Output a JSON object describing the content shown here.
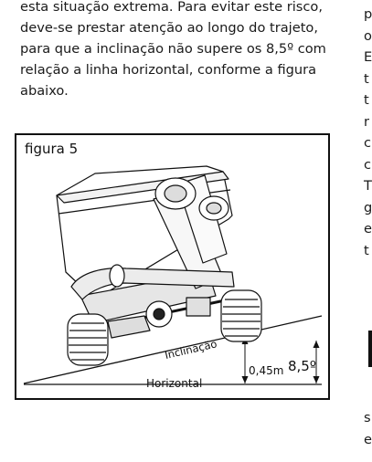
{
  "paragraph": {
    "lines": [
      "esta situação extrema. Para evitar este risco,",
      "deve-se prestar atenção ao longo do trajeto,",
      "para que a inclinação não supere os 8,5º com",
      "relação a linha horizontal, conforme a figura",
      "abaixo."
    ]
  },
  "right_column": {
    "fragments": [
      "p",
      "o",
      "E",
      "t",
      "t",
      "r",
      "c",
      "c",
      "T",
      "g",
      "e",
      "t",
      "",
      "",
      "",
      "",
      "",
      "",
      "s",
      "e"
    ]
  },
  "figure": {
    "caption": "figura 5",
    "labels": {
      "inclination": "Inclinação",
      "horizontal": "Horizontal",
      "height": "0,45m",
      "angle": "8,5º"
    }
  }
}
